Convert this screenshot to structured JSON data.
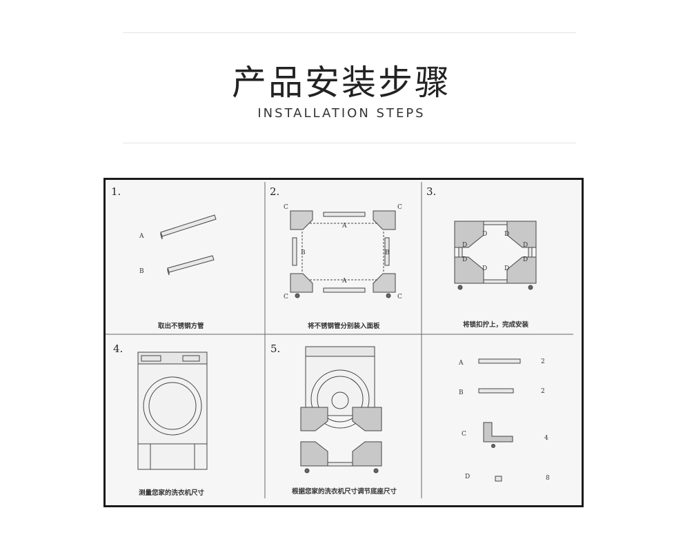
{
  "header": {
    "title_cn": "产品安装步骤",
    "title_en": "INSTALLATION STEPS"
  },
  "panels": [
    {
      "number": "1.",
      "caption": "取出不锈钢方管",
      "labels": [
        "A",
        "B"
      ]
    },
    {
      "number": "2.",
      "caption": "将不锈钢管分别装入面板",
      "labels": [
        "C",
        "C",
        "C",
        "C",
        "A",
        "A",
        "B",
        "B"
      ]
    },
    {
      "number": "3.",
      "caption": "将锁扣拧上，完成安装",
      "labels": [
        "D",
        "D",
        "D",
        "D",
        "D",
        "D",
        "D",
        "D"
      ]
    },
    {
      "number": "4.",
      "caption": "测量您家的洗衣机尺寸"
    },
    {
      "number": "5.",
      "caption": "根据您家的洗衣机尺寸调节底座尺寸"
    },
    {
      "parts": [
        {
          "label": "A",
          "qty": "2"
        },
        {
          "label": "B",
          "qty": "2"
        },
        {
          "label": "C",
          "qty": "4"
        },
        {
          "label": "D",
          "qty": "8"
        }
      ]
    }
  ],
  "colors": {
    "border": "#1a1a1a",
    "sheet_bg": "#f6f6f6",
    "line_art": "#444444"
  }
}
